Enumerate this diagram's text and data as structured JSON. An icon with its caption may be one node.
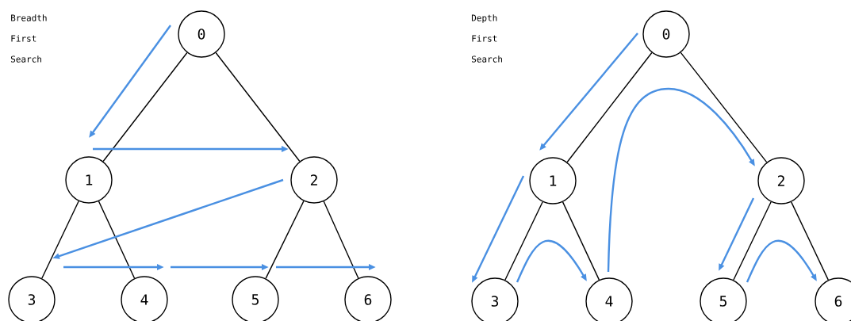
{
  "diagram": {
    "nodes": [
      {
        "text": [
          "0"
        ]
      },
      {
        "text": [
          "1"
        ]
      },
      {
        "text": [
          "2"
        ]
      },
      {
        "text": [
          "3"
        ]
      },
      {
        "text": [
          "4"
        ]
      },
      {
        "text": [
          "5"
        ]
      },
      {
        "text": [
          "6"
        ]
      },
      {
        "text": [
          "0"
        ]
      },
      {
        "text": [
          "1"
        ]
      },
      {
        "text": [
          "2"
        ]
      },
      {
        "text": [
          "3"
        ]
      },
      {
        "text": [
          "4"
        ]
      },
      {
        "text": [
          "5"
        ]
      },
      {
        "text": [
          "6"
        ]
      }
    ],
    "edges": [
      {
        "from": 0,
        "to": 1,
        "arrow": "none"
      },
      {
        "from": 0,
        "to": 2,
        "arrow": "none"
      },
      {
        "from": 1,
        "to": 3,
        "arrow": "none"
      },
      {
        "from": 1,
        "to": 4,
        "arrow": "none"
      },
      {
        "from": 2,
        "to": 5,
        "arrow": "none"
      },
      {
        "from": 2,
        "to": 6,
        "arrow": "none"
      },
      {
        "from": 0,
        "to": 1,
        "arrow": "to",
        "color": "#4a90e2"
      },
      {
        "from": 1,
        "to": 2,
        "arrow": "to",
        "color": "#4a90e2"
      },
      {
        "from": 2,
        "to": 3,
        "arrow": "to",
        "color": "#4a90e2"
      },
      {
        "from": 3,
        "to": 4,
        "arrow": "to",
        "color": "#4a90e2"
      },
      {
        "from": 4,
        "to": 5,
        "arrow": "to",
        "color": "#4a90e2"
      },
      {
        "from": 5,
        "to": 6,
        "arrow": "to",
        "color": "#4a90e2"
      },
      {
        "from": 7,
        "to": 8,
        "arrow": "none"
      },
      {
        "from": 7,
        "to": 9,
        "arrow": "none"
      },
      {
        "from": 8,
        "to": 10,
        "arrow": "none"
      },
      {
        "from": 8,
        "to": 11,
        "arrow": "none"
      },
      {
        "from": 9,
        "to": 12,
        "arrow": "none"
      },
      {
        "from": 9,
        "to": 13,
        "arrow": "none"
      },
      {
        "from": 7,
        "to": 8,
        "arrow": "to",
        "color": "#4a90e2"
      },
      {
        "from": 8,
        "to": 10,
        "arrow": "to",
        "color": "#4a90e2"
      },
      {
        "from": 10,
        "to": 11,
        "arrow": "to",
        "color": "#4a90e2"
      },
      {
        "from": 11,
        "to": 9,
        "arrow": "to",
        "color": "#4a90e2"
      },
      {
        "from": 9,
        "to": 12,
        "arrow": "to",
        "color": "#4a90e2"
      },
      {
        "from": 12,
        "to": 13,
        "arrow": "to",
        "color": "#4a90e2"
      }
    ],
    "labels": [
      "Breadth First Search",
      "Depth First Search"
    ]
  }
}
